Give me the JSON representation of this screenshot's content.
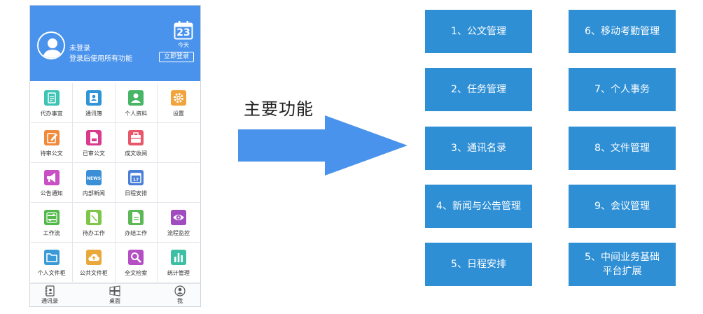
{
  "phone": {
    "login_status": "未登录",
    "login_hint": "登录后使用所有功能",
    "calendar_day": "23",
    "today_label": "今天",
    "login_button": "立即登录",
    "grid": [
      {
        "label": "代办事宜",
        "icon": "todo-icon",
        "color": "#3cc4b4"
      },
      {
        "label": "通讯簿",
        "icon": "contact-book-icon",
        "color": "#2f95d8"
      },
      {
        "label": "个人资料",
        "icon": "profile-icon",
        "color": "#47b565"
      },
      {
        "label": "设置",
        "icon": "gear-icon",
        "color": "#f2a33a"
      },
      {
        "label": "待审公文",
        "icon": "edit-document-icon",
        "color": "#f08a3c"
      },
      {
        "label": "已审公文",
        "icon": "approved-document-icon",
        "color": "#d93a8c"
      },
      {
        "label": "成文收阅",
        "icon": "briefcase-icon",
        "color": "#e8586a"
      },
      {
        "label": "",
        "icon": "",
        "color": ""
      },
      {
        "label": "公告通知",
        "icon": "megaphone-icon",
        "color": "#c950c4"
      },
      {
        "label": "内部新闻",
        "icon": "news-icon",
        "color": "#3a8fd6"
      },
      {
        "label": "日程安排",
        "icon": "calendar-icon",
        "color": "#4a7fd8"
      },
      {
        "label": "",
        "icon": "",
        "color": ""
      },
      {
        "label": "工作流",
        "icon": "workflow-icon",
        "color": "#52b94a"
      },
      {
        "label": "待办工作",
        "icon": "pending-work-icon",
        "color": "#7ec64a"
      },
      {
        "label": "办结工作",
        "icon": "done-work-icon",
        "color": "#5fb858"
      },
      {
        "label": "流程监控",
        "icon": "eye-icon",
        "color": "#a04bc0"
      },
      {
        "label": "个人文件柜",
        "icon": "folder-icon",
        "color": "#3a9ad8"
      },
      {
        "label": "公共文件柜",
        "icon": "cloud-upload-icon",
        "color": "#e8a83a"
      },
      {
        "label": "全文检索",
        "icon": "search-icon",
        "color": "#b44fc4"
      },
      {
        "label": "统计管理",
        "icon": "bar-chart-icon",
        "color": "#3cbfa5"
      }
    ],
    "tabs": [
      {
        "label": "通讯录",
        "icon": "address-book-icon"
      },
      {
        "label": "桌面",
        "icon": "windows-icon"
      },
      {
        "label": "我",
        "icon": "user-icon"
      }
    ]
  },
  "main_title": "主要功能",
  "functions": [
    "1、公文管理",
    "2、任务管理",
    "3、通讯名录",
    "4、新闻与公告管理",
    "5、日程安排",
    "6、移动考勤管理",
    "7、个人事务",
    "8、文件管理",
    "9、会议管理",
    "5、中间业务基础\n平台扩展"
  ],
  "colors": {
    "header_blue": "#4a93ec",
    "arrow_blue": "#4a93ec",
    "box_blue": "#2f8fd5"
  }
}
